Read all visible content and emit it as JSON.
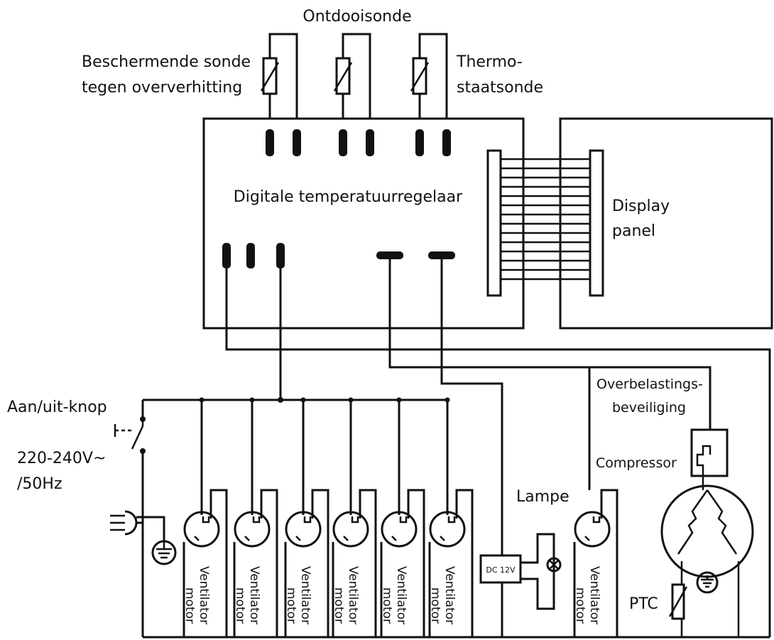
{
  "labels": {
    "defrost_probe": "Ontdooisonde",
    "overheat_probe_line1": "Beschermende sonde",
    "overheat_probe_line2": "tegen oververhitting",
    "thermostat_probe_line1": "Thermo-",
    "thermostat_probe_line2": "staatsonde",
    "controller": "Digitale temperatuurregelaar",
    "display_line1": "Display",
    "display_line2": "panel",
    "power_switch": "Aan/uit-knop",
    "voltage_line1": "220-240V~",
    "voltage_line2": "/50Hz",
    "overload_line1": "Overbelastings-",
    "overload_line2": "beveiliging",
    "compressor": "Compressor",
    "lamp": "Lampe",
    "dc_supply": "DC 12V",
    "ptc": "PTC",
    "fan_motor_line1": "Ventilator",
    "fan_motor_line2": "motor"
  },
  "fan_motors": [
    {
      "label1": "Ventilator",
      "label2": "motor"
    },
    {
      "label1": "Ventilator",
      "label2": "motor"
    },
    {
      "label1": "Ventilator",
      "label2": "motor"
    },
    {
      "label1": "Ventilator",
      "label2": "motor"
    },
    {
      "label1": "Ventilator",
      "label2": "motor"
    },
    {
      "label1": "Ventilator",
      "label2": "motor"
    },
    {
      "label1": "Ventilator",
      "label2": "motor"
    }
  ]
}
